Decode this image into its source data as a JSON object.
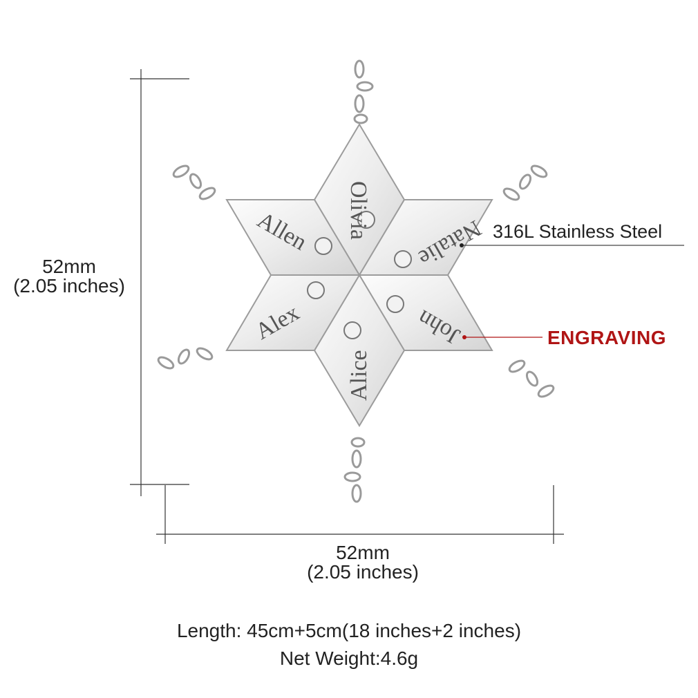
{
  "dimensions": {
    "height": {
      "value": "52mm",
      "alt": "(2.05 inches)"
    },
    "width": {
      "value": "52mm",
      "alt": "(2.05 inches)"
    }
  },
  "callouts": {
    "material": "316L Stainless Steel",
    "engraving": "ENGRAVING"
  },
  "names": {
    "top": "Olivia",
    "upper_right": "Natalie",
    "lower_right": "John",
    "bottom": "Alice",
    "lower_left": "Alex",
    "upper_left": "Allen"
  },
  "specs": {
    "length": "Length: 45cm+5cm(18 inches+2 inches)",
    "weight": "Net Weight:4.6g"
  },
  "colors": {
    "engraving_callout": "#b01515",
    "dimension_lines": "#333333",
    "metal": "#e9e9e9"
  }
}
